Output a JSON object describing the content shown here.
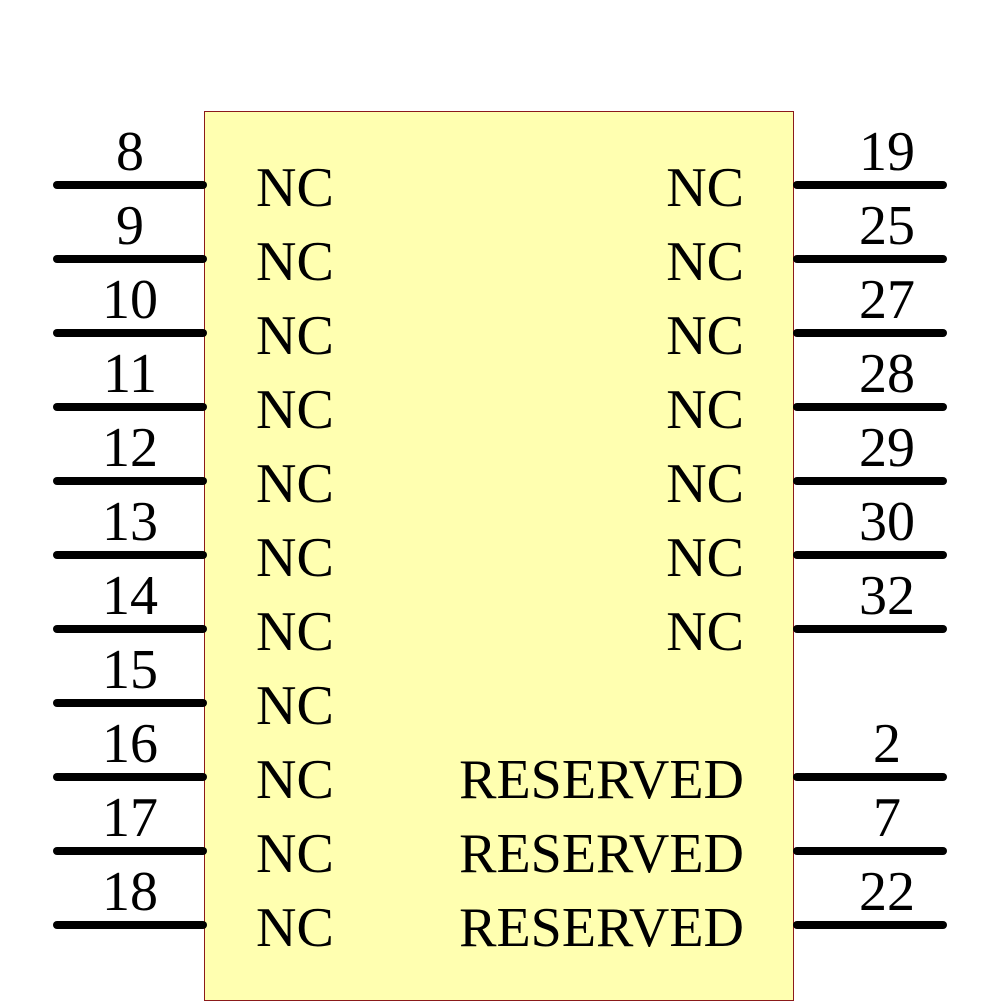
{
  "component": {
    "body_color": "#ffffb0",
    "border_color": "#8b1a1a",
    "left_pins": [
      {
        "number": "8",
        "name": "NC"
      },
      {
        "number": "9",
        "name": "NC"
      },
      {
        "number": "10",
        "name": "NC"
      },
      {
        "number": "11",
        "name": "NC"
      },
      {
        "number": "12",
        "name": "NC"
      },
      {
        "number": "13",
        "name": "NC"
      },
      {
        "number": "14",
        "name": "NC"
      },
      {
        "number": "15",
        "name": "NC"
      },
      {
        "number": "16",
        "name": "NC"
      },
      {
        "number": "17",
        "name": "NC"
      },
      {
        "number": "18",
        "name": "NC"
      }
    ],
    "right_pins": [
      {
        "number": "19",
        "name": "NC",
        "row": 0
      },
      {
        "number": "25",
        "name": "NC",
        "row": 1
      },
      {
        "number": "27",
        "name": "NC",
        "row": 2
      },
      {
        "number": "28",
        "name": "NC",
        "row": 3
      },
      {
        "number": "29",
        "name": "NC",
        "row": 4
      },
      {
        "number": "30",
        "name": "NC",
        "row": 5
      },
      {
        "number": "32",
        "name": "NC",
        "row": 6
      },
      {
        "number": "2",
        "name": "RESERVED",
        "row": 8
      },
      {
        "number": "7",
        "name": "RESERVED",
        "row": 9
      },
      {
        "number": "22",
        "name": "RESERVED",
        "row": 10
      }
    ]
  }
}
